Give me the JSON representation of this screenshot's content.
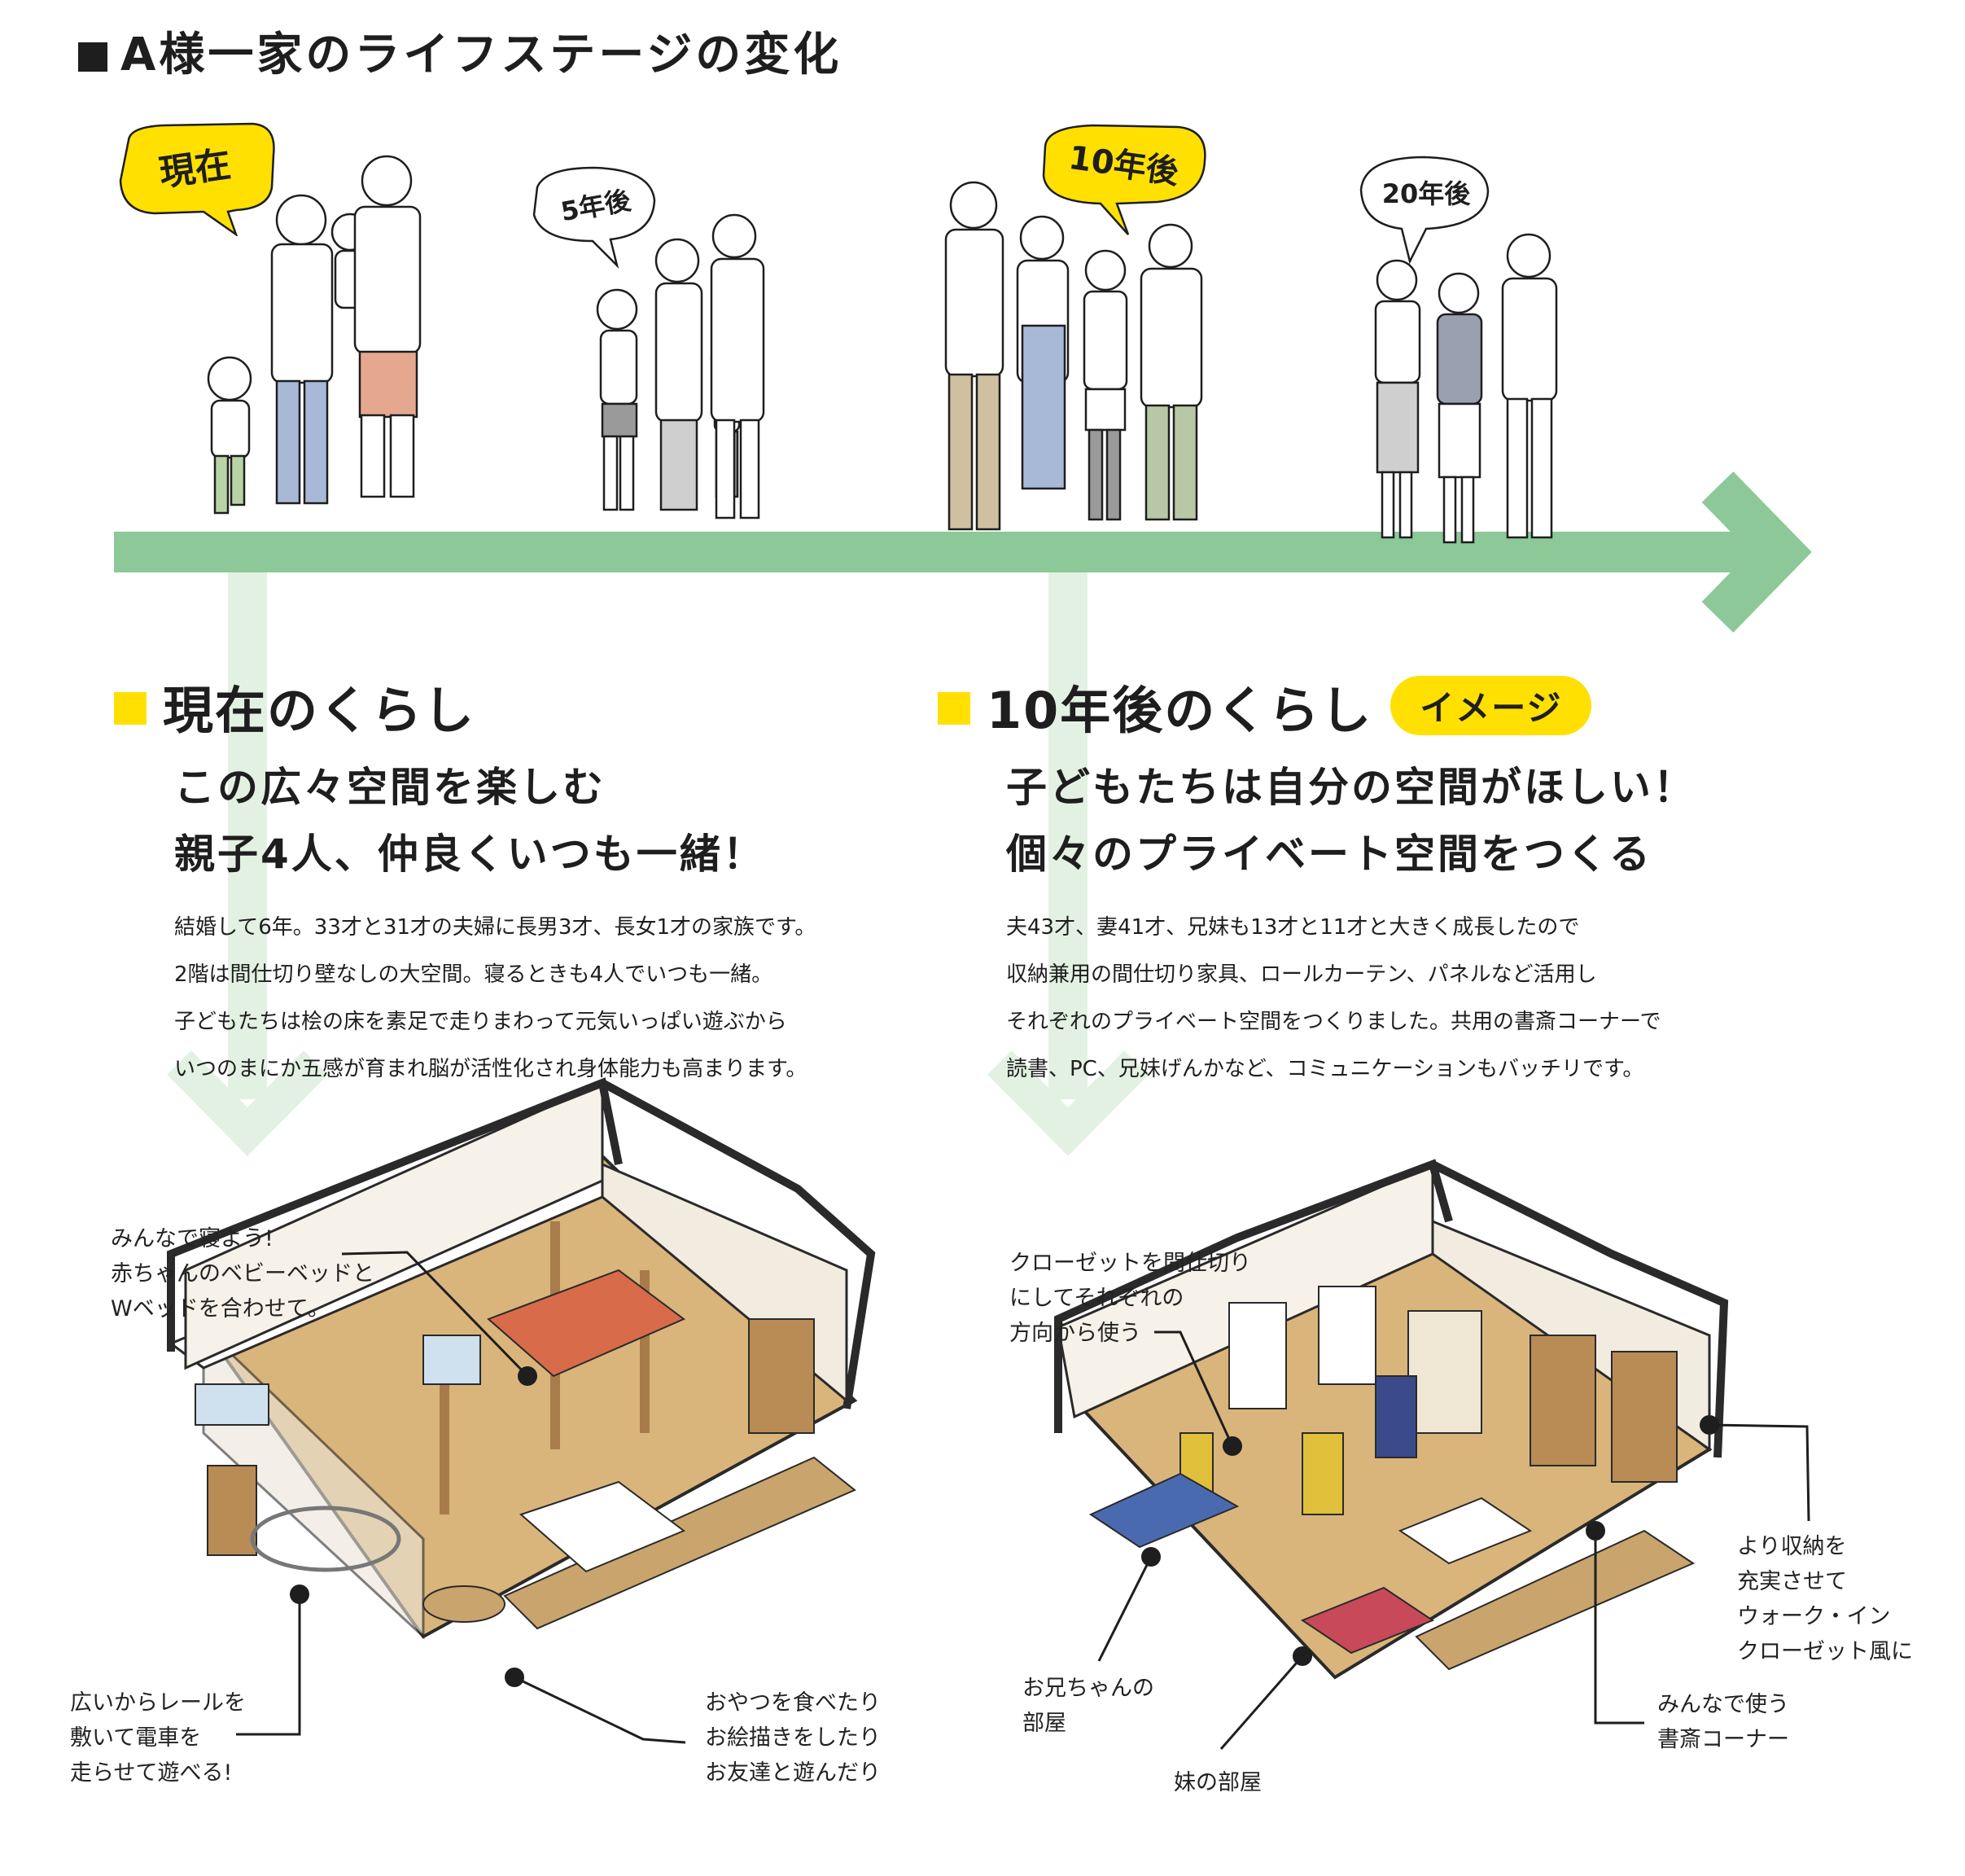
{
  "title": "A様一家のライフステージの変化",
  "timeline": {
    "stages": [
      "現在",
      "5年後",
      "10年後",
      "20年後"
    ]
  },
  "current": {
    "heading": "現在のくらし",
    "lead": [
      "この広々空間を楽しむ",
      "親子4人、仲良くいつも一緒！"
    ],
    "body": [
      "結婚して6年。33才と31才の夫婦に長男3才、長女1才の家族です。",
      "2階は間仕切り壁なしの大空間。寝るときも4人でいつも一緒。",
      "子どもたちは桧の床を素足で走りまわって元気いっぱい遊ぶから",
      "いつのまにか五感が育まれ脳が活性化され身体能力も高まります。"
    ],
    "notes": {
      "bed": [
        "みんなで寝よう!",
        "赤ちゃんのベビーベッドと",
        "Wベッドを合わせて。"
      ],
      "rail": [
        "広いからレールを",
        "敷いて電車を",
        "走らせて遊べる!"
      ],
      "snack": [
        "おやつを食べたり",
        "お絵描きをしたり",
        "お友達と遊んだり"
      ]
    }
  },
  "future": {
    "heading": "10年後のくらし",
    "badge": "イメージ",
    "lead": [
      "子どもたちは自分の空間がほしい！",
      "個々のプライベート空間をつくる"
    ],
    "body": [
      "夫43才、妻41才、兄妹も13才と11才と大きく成長したので",
      "収納兼用の間仕切り家具、ロールカーテン、パネルなど活用し",
      "それぞれのプライベート空間をつくりました。共用の書斎コーナーで",
      "読書、PC、兄妹げんかなど、コミュニケーションもバッチリです。"
    ],
    "notes": {
      "closet": [
        "クローゼットを間仕切り",
        "にしてそれぞれの",
        "方向から使う"
      ],
      "storage": [
        "より収納を",
        "充実させて",
        "ウォーク・イン",
        "クローゼット風に"
      ],
      "brother": [
        "お兄ちゃんの",
        "部屋"
      ],
      "sister": [
        "妹の部屋"
      ],
      "study": [
        "みんなで使う",
        "書斎コーナー"
      ]
    }
  },
  "colors": {
    "timeline_green": "#8cc898",
    "pale_green": "#e3f1e2",
    "accent_yellow": "#ffe000",
    "text": "#1e1e1e"
  }
}
